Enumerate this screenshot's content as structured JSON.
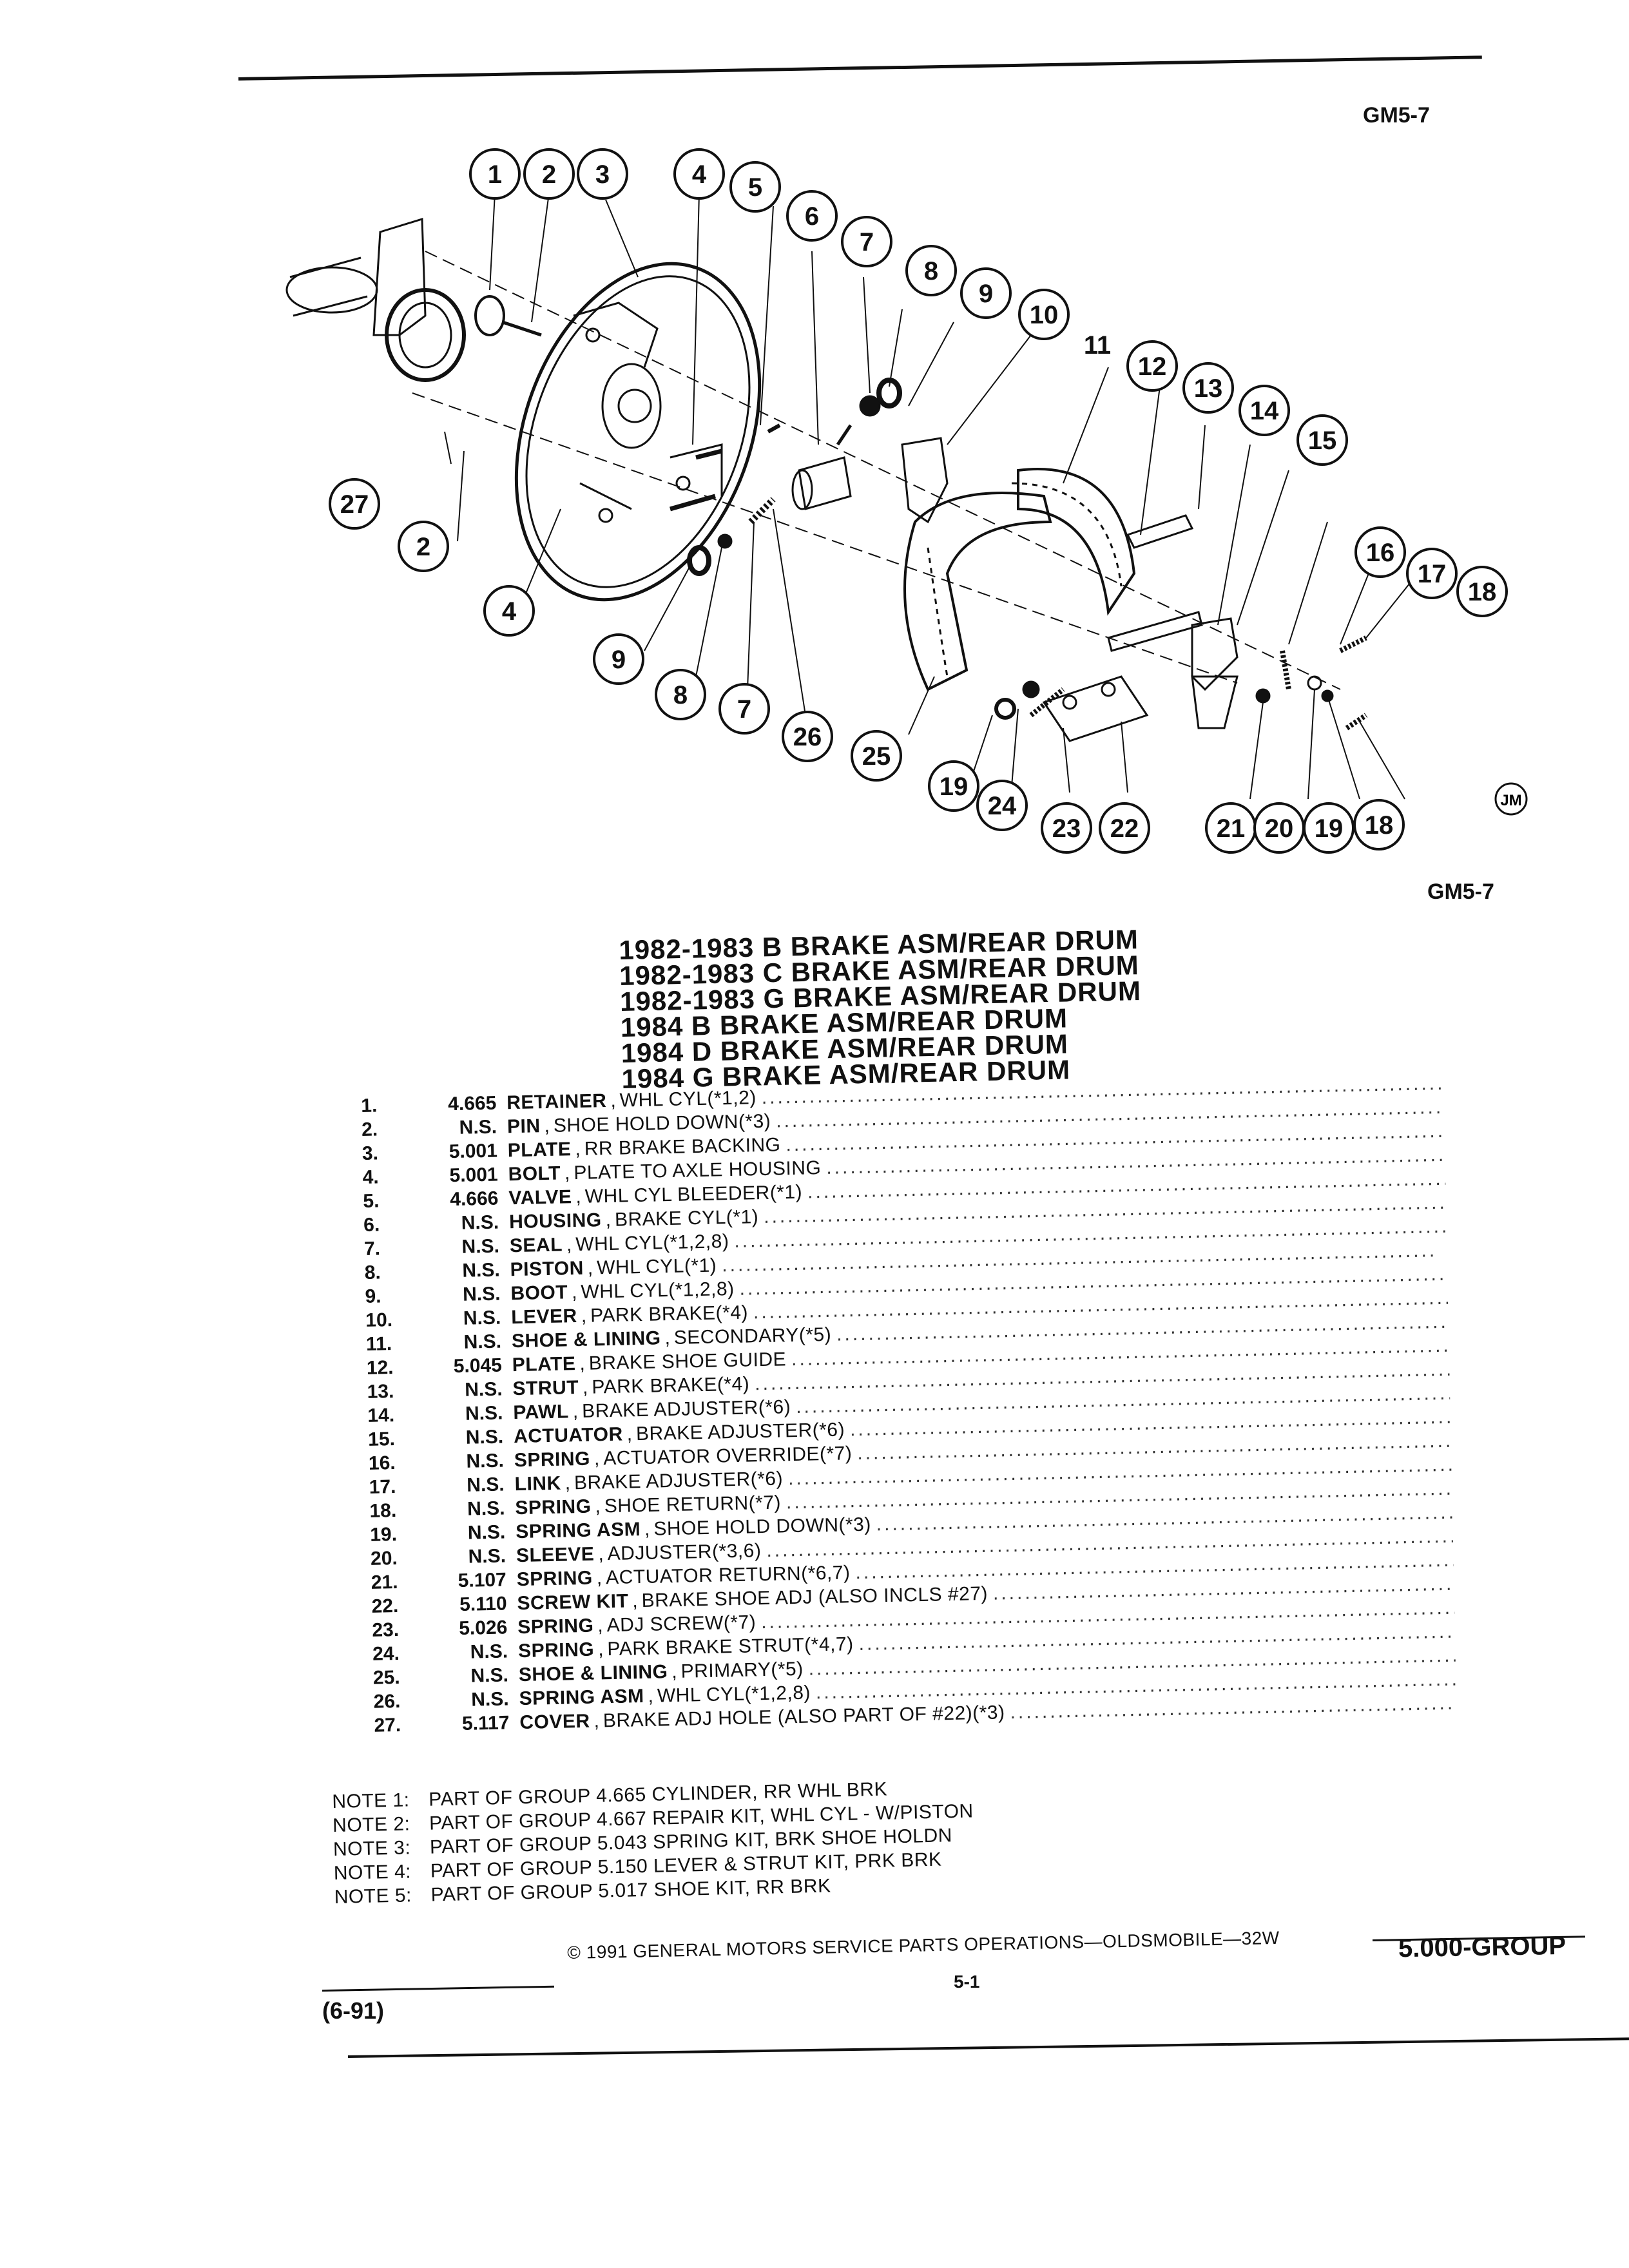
{
  "header": {
    "code_top": "GM5-7",
    "code_bottom": "GM5-7"
  },
  "diagram": {
    "callouts": [
      "1",
      "2",
      "3",
      "4",
      "5",
      "6",
      "7",
      "8",
      "9",
      "10",
      "11",
      "12",
      "13",
      "14",
      "15",
      "16",
      "17",
      "18",
      "27",
      "2",
      "4",
      "9",
      "8",
      "7",
      "26",
      "25",
      "19",
      "24",
      "23",
      "22",
      "21",
      "20",
      "19",
      "18"
    ],
    "artist_mark": "JM"
  },
  "titles": [
    "1982-1983 B BRAKE ASM/REAR DRUM",
    "1982-1983 C BRAKE ASM/REAR DRUM",
    "1982-1983 G BRAKE ASM/REAR DRUM",
    "1984 B BRAKE ASM/REAR DRUM",
    "1984 D BRAKE ASM/REAR DRUM",
    "1984 G BRAKE ASM/REAR DRUM"
  ],
  "parts": [
    {
      "num": "1.",
      "group": "4.665",
      "name": "RETAINER",
      "desc": "WHL CYL(*1,2)"
    },
    {
      "num": "2.",
      "group": "N.S.",
      "name": "PIN",
      "desc": "SHOE HOLD DOWN(*3)"
    },
    {
      "num": "3.",
      "group": "5.001",
      "name": "PLATE",
      "desc": "RR BRAKE BACKING"
    },
    {
      "num": "4.",
      "group": "5.001",
      "name": "BOLT",
      "desc": "PLATE TO AXLE HOUSING"
    },
    {
      "num": "5.",
      "group": "4.666",
      "name": "VALVE",
      "desc": "WHL CYL BLEEDER(*1)"
    },
    {
      "num": "6.",
      "group": "N.S.",
      "name": "HOUSING",
      "desc": "BRAKE CYL(*1)"
    },
    {
      "num": "7.",
      "group": "N.S.",
      "name": "SEAL",
      "desc": "WHL CYL(*1,2,8)"
    },
    {
      "num": "8.",
      "group": "N.S.",
      "name": "PISTON",
      "desc": "WHL CYL(*1)"
    },
    {
      "num": "9.",
      "group": "N.S.",
      "name": "BOOT",
      "desc": "WHL CYL(*1,2,8)"
    },
    {
      "num": "10.",
      "group": "N.S.",
      "name": "LEVER",
      "desc": "PARK BRAKE(*4)"
    },
    {
      "num": "11.",
      "group": "N.S.",
      "name": "SHOE & LINING",
      "desc": "SECONDARY(*5)"
    },
    {
      "num": "12.",
      "group": "5.045",
      "name": "PLATE",
      "desc": "BRAKE SHOE GUIDE"
    },
    {
      "num": "13.",
      "group": "N.S.",
      "name": "STRUT",
      "desc": "PARK BRAKE(*4)"
    },
    {
      "num": "14.",
      "group": "N.S.",
      "name": "PAWL",
      "desc": "BRAKE ADJUSTER(*6)"
    },
    {
      "num": "15.",
      "group": "N.S.",
      "name": "ACTUATOR",
      "desc": "BRAKE ADJUSTER(*6)"
    },
    {
      "num": "16.",
      "group": "N.S.",
      "name": "SPRING",
      "desc": "ACTUATOR OVERRIDE(*7)"
    },
    {
      "num": "17.",
      "group": "N.S.",
      "name": "LINK",
      "desc": "BRAKE ADJUSTER(*6)"
    },
    {
      "num": "18.",
      "group": "N.S.",
      "name": "SPRING",
      "desc": "SHOE RETURN(*7)"
    },
    {
      "num": "19.",
      "group": "N.S.",
      "name": "SPRING ASM",
      "desc": "SHOE HOLD DOWN(*3)"
    },
    {
      "num": "20.",
      "group": "N.S.",
      "name": "SLEEVE",
      "desc": "ADJUSTER(*3,6)"
    },
    {
      "num": "21.",
      "group": "5.107",
      "name": "SPRING",
      "desc": "ACTUATOR RETURN(*6,7)"
    },
    {
      "num": "22.",
      "group": "5.110",
      "name": "SCREW KIT",
      "desc": "BRAKE SHOE ADJ (ALSO INCLS #27)"
    },
    {
      "num": "23.",
      "group": "5.026",
      "name": "SPRING",
      "desc": "ADJ SCREW(*7)"
    },
    {
      "num": "24.",
      "group": "N.S.",
      "name": "SPRING",
      "desc": "PARK BRAKE STRUT(*4,7)"
    },
    {
      "num": "25.",
      "group": "N.S.",
      "name": "SHOE & LINING",
      "desc": "PRIMARY(*5)"
    },
    {
      "num": "26.",
      "group": "N.S.",
      "name": "SPRING ASM",
      "desc": "WHL CYL(*1,2,8)"
    },
    {
      "num": "27.",
      "group": "5.117",
      "name": "COVER",
      "desc": "BRAKE ADJ HOLE (ALSO PART OF #22)(*3)"
    }
  ],
  "notes": [
    {
      "label": "NOTE 1:",
      "text": "PART OF GROUP 4.665 CYLINDER, RR WHL BRK"
    },
    {
      "label": "NOTE 2:",
      "text": "PART OF GROUP 4.667 REPAIR KIT, WHL CYL - W/PISTON"
    },
    {
      "label": "NOTE 3:",
      "text": "PART OF GROUP 5.043 SPRING KIT, BRK SHOE HOLDN"
    },
    {
      "label": "NOTE 4:",
      "text": "PART OF GROUP 5.150 LEVER & STRUT KIT, PRK BRK"
    },
    {
      "label": "NOTE 5:",
      "text": "PART OF GROUP 5.017 SHOE KIT, RR BRK"
    }
  ],
  "footer": {
    "copyright": "© 1991 GENERAL MOTORS SERVICE PARTS OPERATIONS—OLDSMOBILE—32W",
    "page": "5-1",
    "group": "5.000-GROUP",
    "date": "(6-91)"
  }
}
